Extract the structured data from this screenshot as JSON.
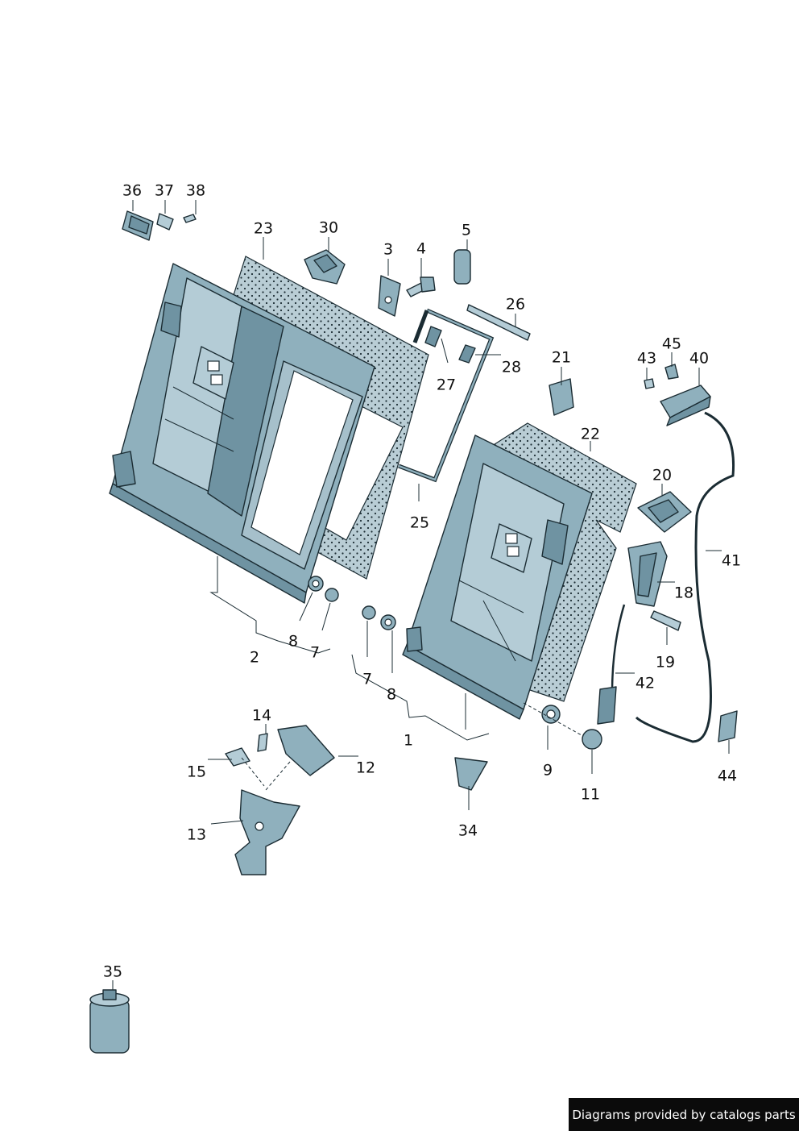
{
  "callouts": [
    "36",
    "37",
    "38",
    "23",
    "30",
    "3",
    "4",
    "5",
    "26",
    "27",
    "28",
    "21",
    "43",
    "45",
    "40",
    "22",
    "20",
    "41",
    "18",
    "19",
    "42",
    "25",
    "2",
    "8",
    "7",
    "7",
    "8",
    "1",
    "9",
    "11",
    "44",
    "14",
    "12",
    "15",
    "13",
    "34",
    "35"
  ],
  "credit": "Diagrams provided by catalogs parts",
  "colors": {
    "part_fill": "#8fb0bd",
    "part_dark": "#6f93a2",
    "outline": "#1b2c33",
    "credit_bg": "#0b0b0b"
  }
}
